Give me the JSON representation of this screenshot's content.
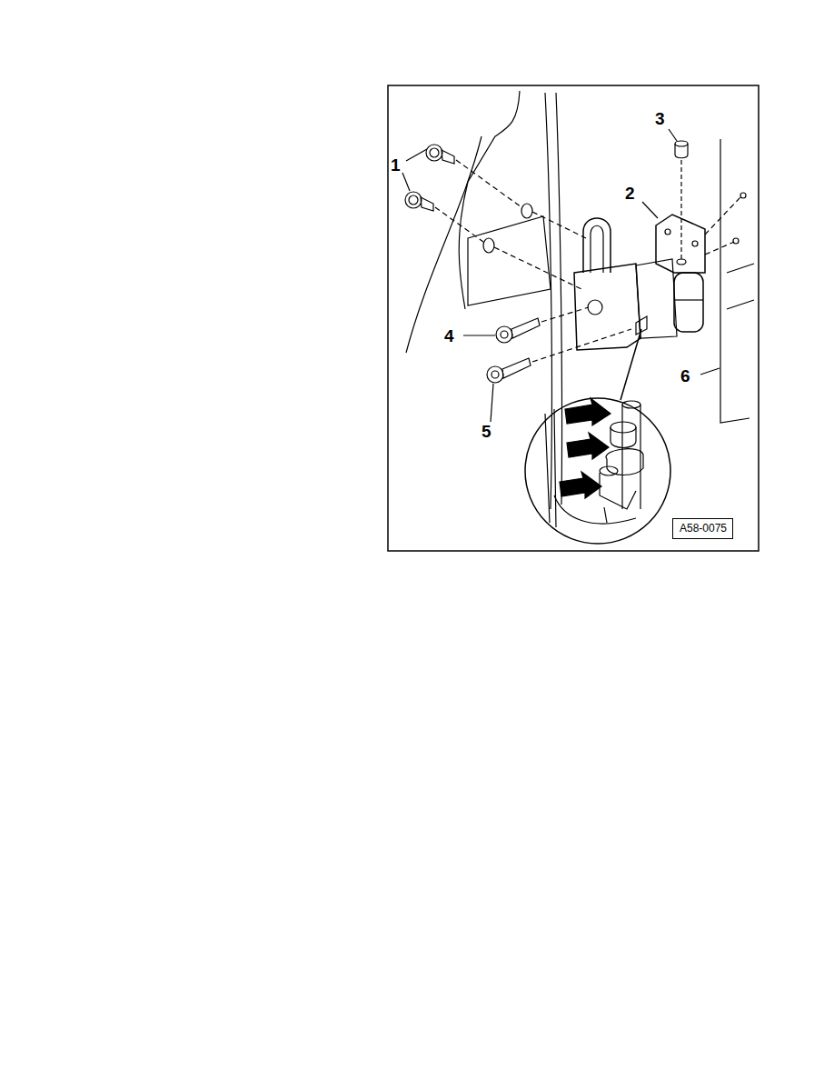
{
  "diagram": {
    "nodes": [
      {
        "text": [
          "A58-0075"
        ]
      }
    ],
    "labels": [
      "1",
      "2",
      "3",
      "4",
      "5",
      "6"
    ]
  }
}
